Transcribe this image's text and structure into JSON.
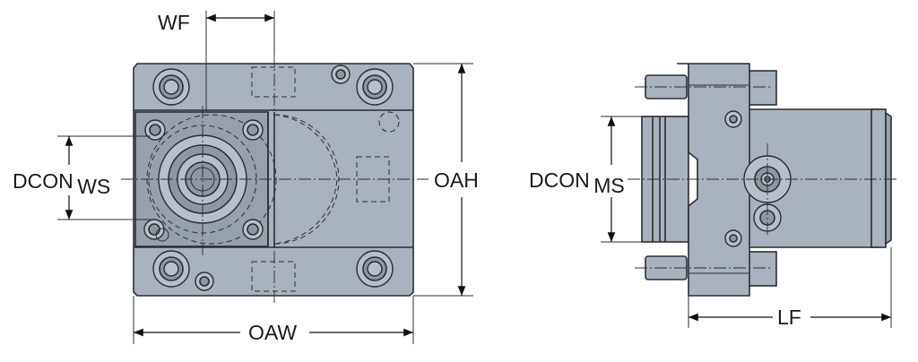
{
  "dimensions": {
    "wf": "WF",
    "oah": "OAH",
    "oaw": "OAW",
    "lf": "LF",
    "dcon_ws_main": "DCON",
    "dcon_ws_sub": "WS",
    "dcon_ms_main": "DCON",
    "dcon_ms_sub": "MS"
  },
  "colors": {
    "body": "#a9b3bf",
    "outline": "#2a2d31",
    "background": "#ffffff"
  }
}
